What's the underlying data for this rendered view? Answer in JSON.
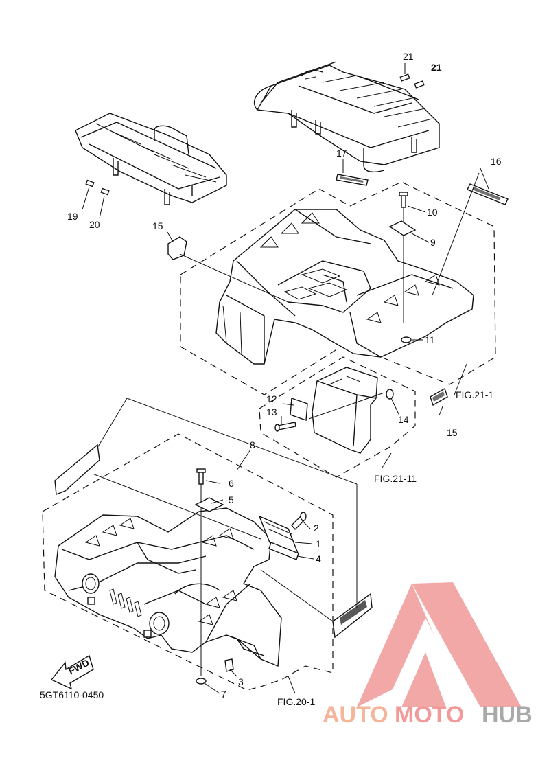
{
  "diagram": {
    "code": "5GT6110-0450",
    "fwd_label": "FWD",
    "fig_refs": {
      "rear": "FIG.21-1",
      "mudflap": "FIG.21-11",
      "front": "FIG.20-1"
    },
    "callouts": {
      "c1": "1",
      "c2": "2",
      "c3": "3",
      "c4": "4",
      "c5": "5",
      "c6": "6",
      "c7": "7",
      "c8": "8",
      "c9": "9",
      "c10": "10",
      "c11": "11",
      "c12": "12",
      "c13": "13",
      "c14": "14",
      "c15a": "15",
      "c15b": "15",
      "c16": "16",
      "c17": "17",
      "c19": "19",
      "c20": "20",
      "c21a": "21",
      "c21b": "21"
    }
  },
  "watermark": {
    "part1": "AUTO",
    "part2": "MOTO",
    "part3": "HUB",
    "color_main": "#f29a9a",
    "color_alt": "#f4b59a",
    "color_dark": "#a9a9a9"
  }
}
